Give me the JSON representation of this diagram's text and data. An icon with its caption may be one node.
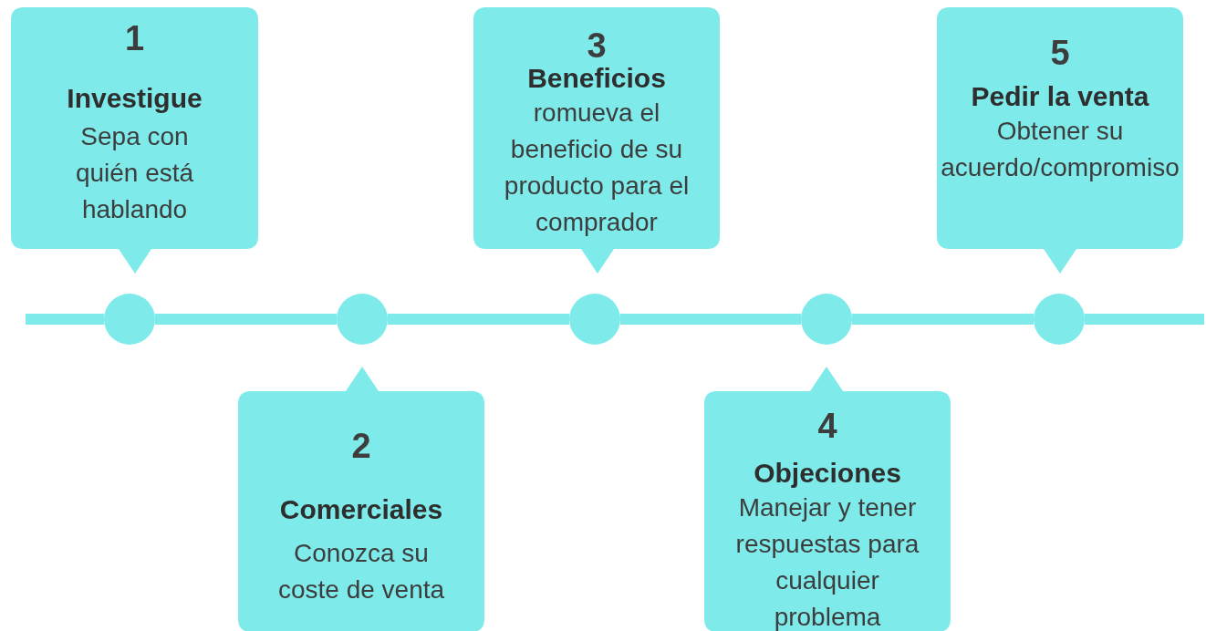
{
  "diagram": {
    "nodes": [
      {
        "text": [
          "1",
          "Investigue",
          "Sepa con quién está hablando"
        ]
      },
      {
        "text": [
          "2",
          "Comerciales",
          "Conozca su coste de venta"
        ]
      },
      {
        "text": [
          "3",
          "Beneficios",
          "romueva el beneficio de su producto para el comprador"
        ]
      },
      {
        "text": [
          "4",
          "Objeciones",
          "Manejar y tener respuestas para cualquier problema"
        ]
      },
      {
        "text": [
          "5",
          "Pedir la venta",
          "Obtener su acuerdo/compromiso"
        ]
      },
      {
        "text": [],
        "shape": "circle"
      },
      {
        "text": [],
        "shape": "circle"
      },
      {
        "text": [],
        "shape": "circle"
      },
      {
        "text": [],
        "shape": "circle"
      },
      {
        "text": [],
        "shape": "circle"
      }
    ],
    "edges": [
      {
        "from": 5,
        "to": 6,
        "arrow": "none"
      },
      {
        "from": 6,
        "to": 7,
        "arrow": "none"
      },
      {
        "from": 7,
        "to": 8,
        "arrow": "none"
      },
      {
        "from": 8,
        "to": 9,
        "arrow": "none"
      }
    ]
  }
}
